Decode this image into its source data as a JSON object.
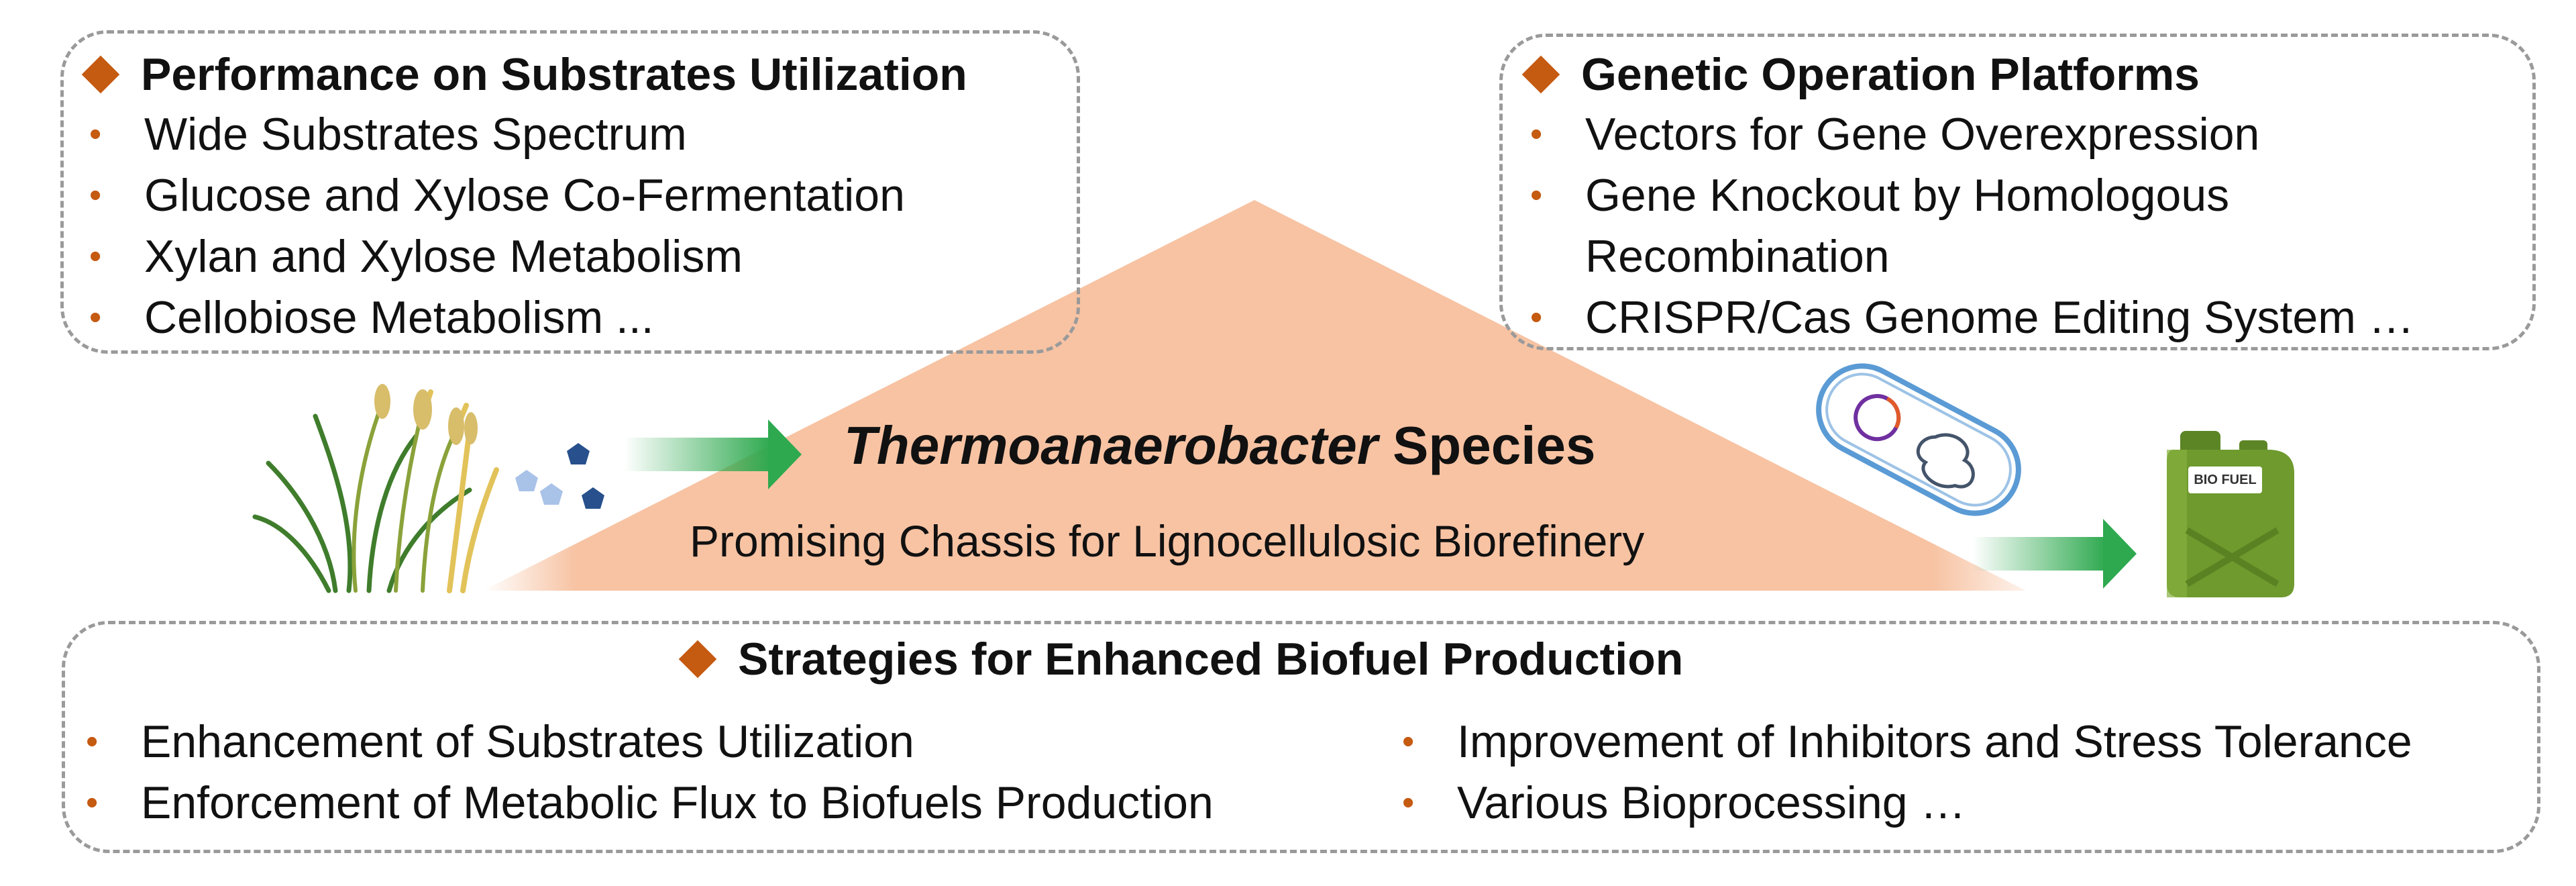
{
  "substrates": {
    "heading": "Performance on Substrates Utilization",
    "items": [
      "Wide Substrates Spectrum",
      "Glucose and Xylose Co-Fermentation",
      "Xylan and Xylose Metabolism",
      "Cellobiose Metabolism ..."
    ]
  },
  "genetic": {
    "heading": "Genetic Operation Platforms",
    "item1": "Vectors for Gene Overexpression",
    "item2_line1": "Gene Knockout by Homologous",
    "item2_line2": "Recombination",
    "item3": "CRISPR/Cas Genome Editing System …"
  },
  "center": {
    "title_italic": "Thermoanaerobacter",
    "title_rest": " Species",
    "subtitle": "Promising Chassis for Lignocellulosic Biorefinery"
  },
  "jerrycan_label": "BIO FUEL",
  "strategies": {
    "heading": "Strategies for Enhanced Biofuel Production",
    "left": [
      "Enhancement of Substrates Utilization",
      "Enforcement of Metabolic Flux to Biofuels Production"
    ],
    "right": [
      "Improvement of Inhibitors and Stress Tolerance",
      "Various Bioprocessing …"
    ]
  },
  "colors": {
    "accent": "#c55a11",
    "triangle": "#f7c3a3",
    "arrow": "#2ea94f",
    "border": "#9a9a9a",
    "jerrycan": "#6e9a2e"
  },
  "bullet_glyph": "•"
}
